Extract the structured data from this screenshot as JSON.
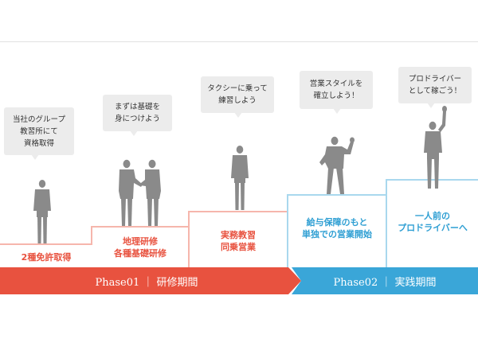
{
  "bubbles": {
    "step1": [
      "当社のグループ",
      "教習所にて",
      "資格取得"
    ],
    "step2": [
      "まずは基礎を",
      "身につけよう"
    ],
    "step3": [
      "タクシーに乗って",
      "練習しよう"
    ],
    "step4": [
      "営業スタイルを",
      "確立しよう！"
    ],
    "step5": [
      "プロドライバー",
      "として稼ごう！"
    ]
  },
  "steps": {
    "step1": [
      "2種免許取得"
    ],
    "step2": [
      "地理研修",
      "各種基礎研修"
    ],
    "step3": [
      "実務教習",
      "同乗営業"
    ],
    "step4": [
      "給与保障のもと",
      "単独での営業開始"
    ],
    "step5": [
      "一人前の",
      "プロドライバーへ"
    ]
  },
  "phases": {
    "phase1": "Phase01 ｜ 研修期間",
    "phase2": "Phase02 ｜ 実践期間"
  },
  "colors": {
    "training": "#e8523f",
    "practice": "#3aa6d8",
    "training_step": "#f6b6ac",
    "practice_step": "#a9d8ee",
    "figure": "#8a8a8a",
    "bubble": "#ececec"
  }
}
